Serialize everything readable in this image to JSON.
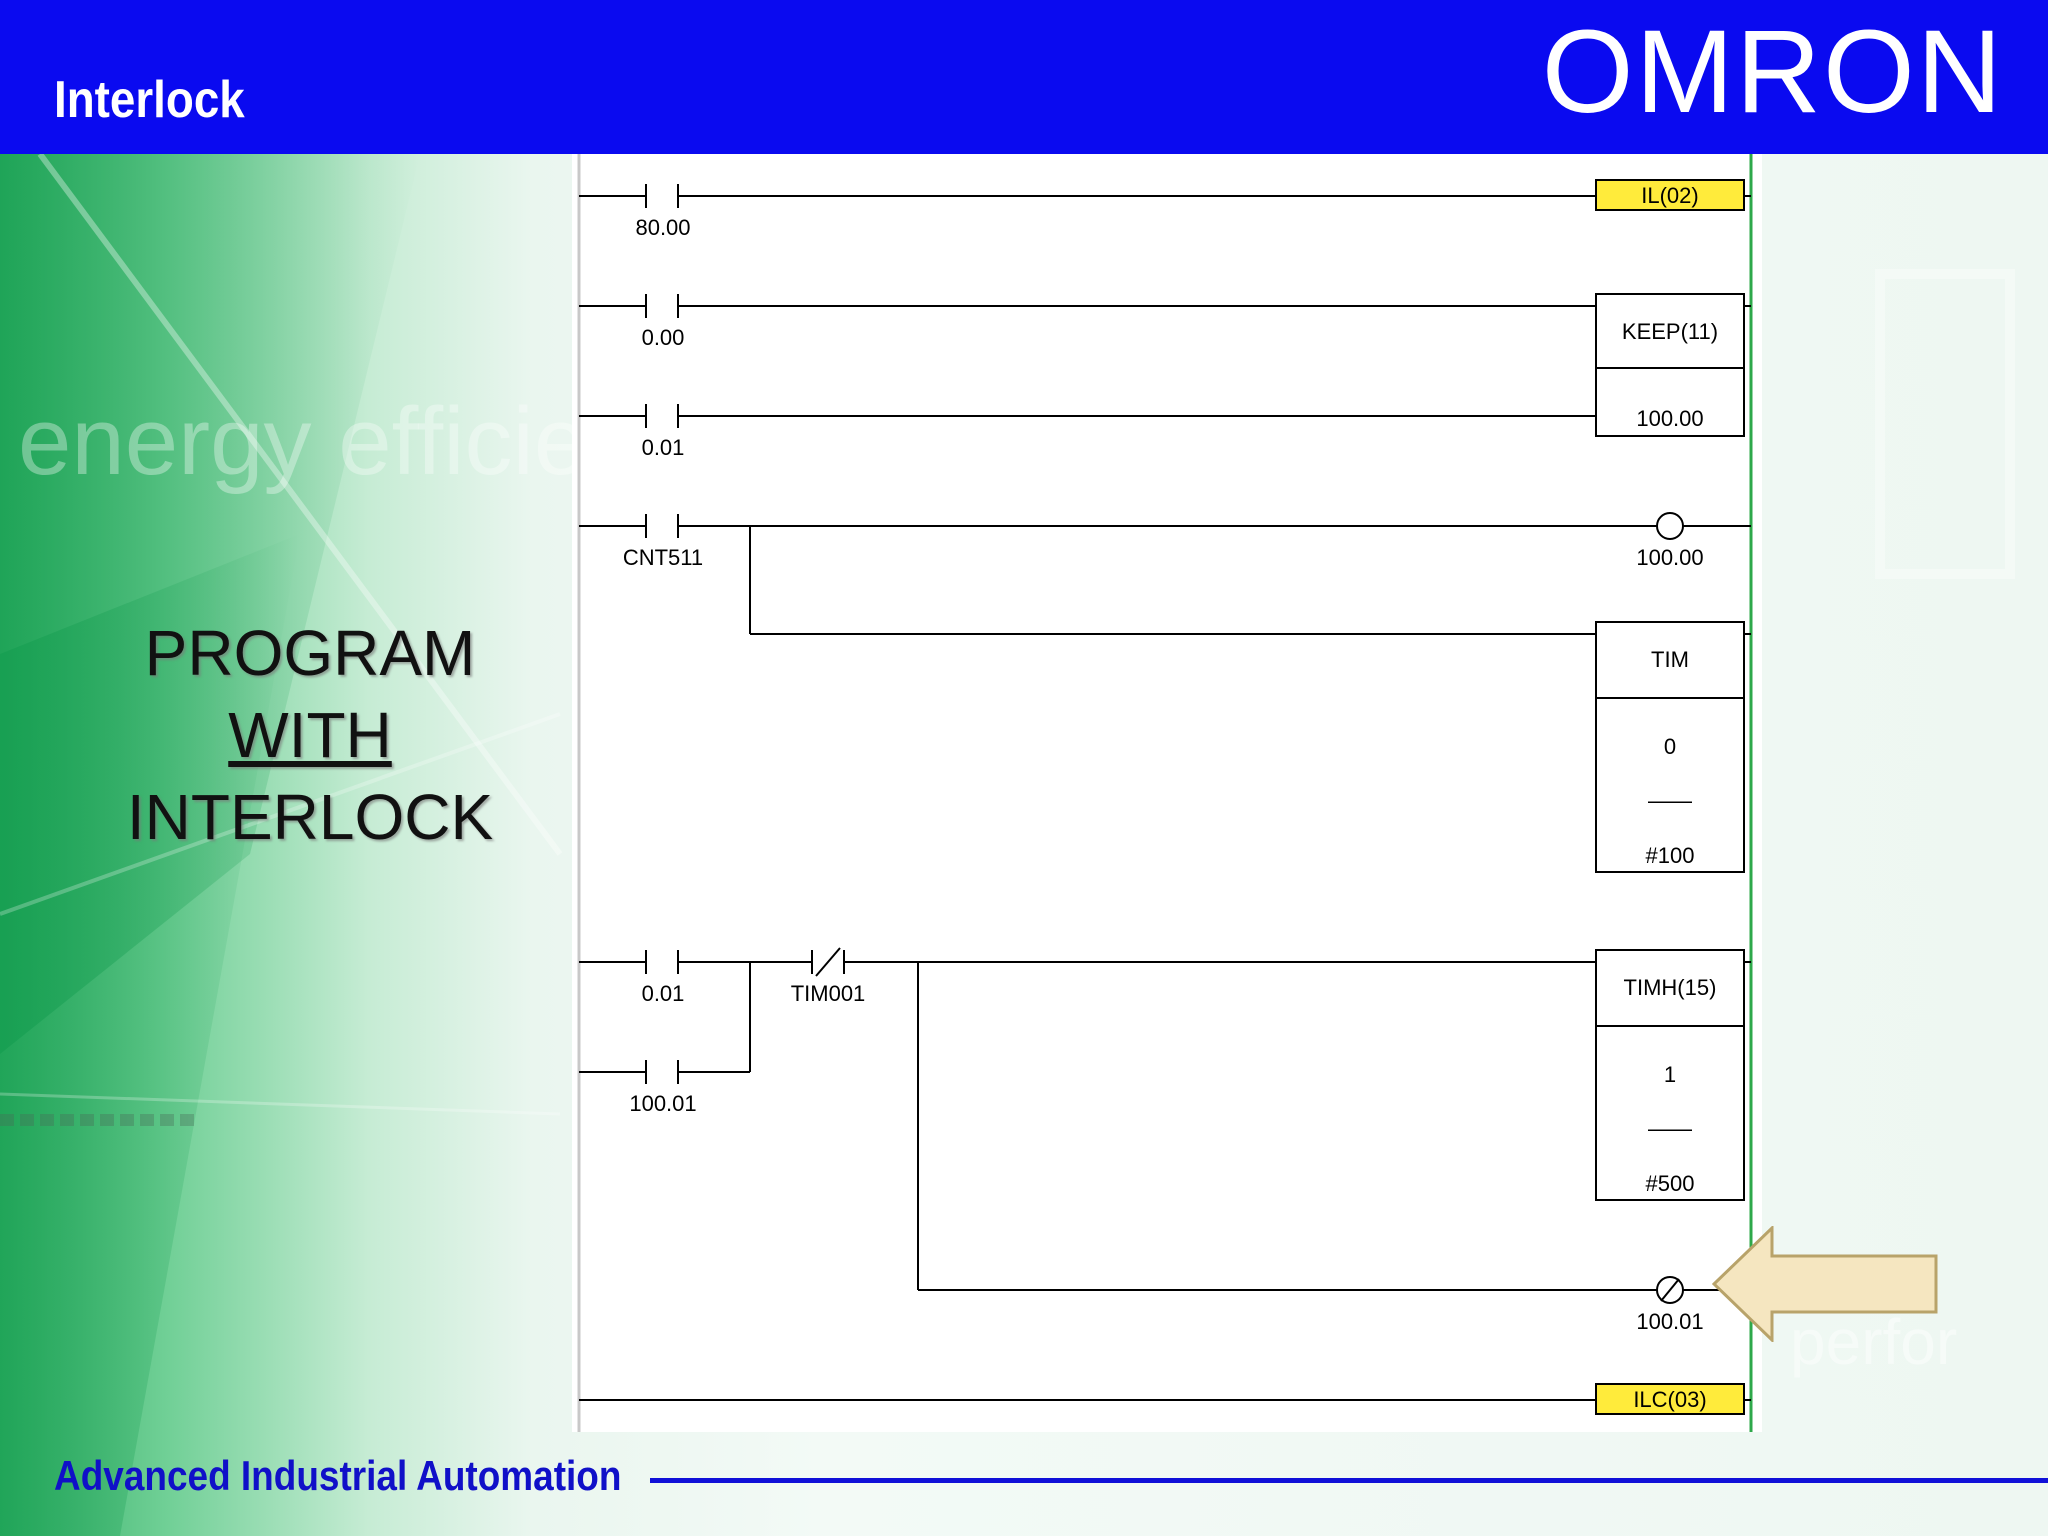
{
  "header": {
    "title": "Interlock",
    "brand": "OMRON"
  },
  "side_text": {
    "line1": "PROGRAM",
    "line2": "WITH",
    "line3": "INTERLOCK"
  },
  "footer": {
    "text": "Advanced Industrial Automation"
  },
  "background": {
    "watermark_left": "energy efficiency",
    "watermark_right": "perfor"
  },
  "colors": {
    "header_bg": "#0a0af0",
    "instruction_highlight": "#ffeb3b",
    "arrow_fill": "#f5e6c0",
    "footer_text": "#1010c8"
  },
  "ladder": {
    "il_instruction": "IL(02)",
    "il_contact": "80.00",
    "keep_instruction": "KEEP(11)",
    "keep_set_contact": "0.00",
    "keep_reset_contact": "0.01",
    "keep_bit": "100.00",
    "cnt_contact": "CNT511",
    "output_coil": "100.00",
    "tim_instruction": "TIM",
    "tim_number": "0",
    "tim_dash": "——",
    "tim_setpoint": "#100",
    "timh_contact_a": "0.01",
    "timh_contact_b": "100.01",
    "timh_nc_contact": "TIM001",
    "timh_instruction": "TIMH(15)",
    "timh_number": "1",
    "timh_dash": "——",
    "timh_setpoint": "#500",
    "last_coil": "100.01",
    "ilc_instruction": "ILC(03)"
  }
}
